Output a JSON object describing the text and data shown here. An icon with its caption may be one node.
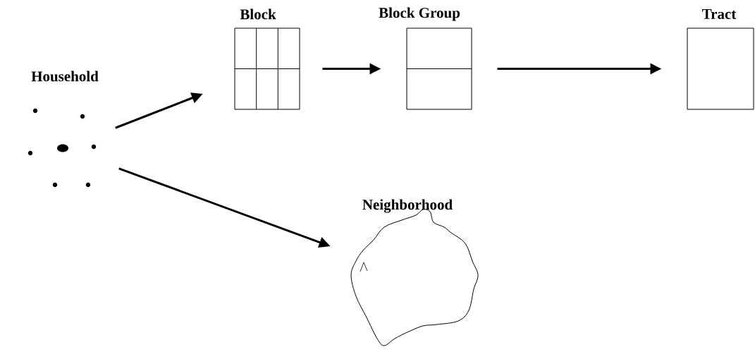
{
  "diagram": {
    "nodes": [
      {
        "text": [
          "Household"
        ]
      },
      {
        "text": [
          "Block"
        ]
      },
      {
        "text": [
          "Block Group"
        ]
      },
      {
        "text": [
          "Tract"
        ]
      },
      {
        "text": [
          "Neighborhood"
        ]
      }
    ],
    "edges": [
      {
        "from": 0,
        "to": 1,
        "arrow": "to"
      },
      {
        "from": 1,
        "to": 2,
        "arrow": "to"
      },
      {
        "from": 2,
        "to": 3,
        "arrow": "to"
      },
      {
        "from": 0,
        "to": 4,
        "arrow": "to"
      }
    ]
  }
}
